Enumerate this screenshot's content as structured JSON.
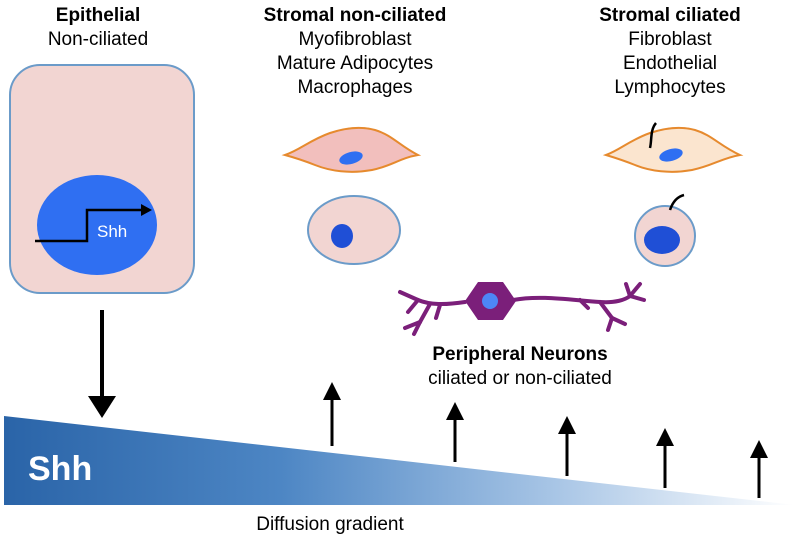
{
  "epithelial": {
    "title": "Epithelial",
    "subtitle": "Non-ciliated",
    "gene": "Shh"
  },
  "stromal_nonciliated": {
    "title": "Stromal non-ciliated",
    "items": [
      "Myofibroblast",
      "Mature Adipocytes",
      "Macrophages"
    ]
  },
  "stromal_ciliated": {
    "title": "Stromal ciliated",
    "items": [
      "Fibroblast",
      "Endothelial",
      "Lymphocytes"
    ]
  },
  "neurons": {
    "title": "Peripheral Neurons",
    "subtitle": "ciliated or non-ciliated"
  },
  "gradient": {
    "label": "Shh",
    "caption": "Diffusion gradient"
  },
  "colors": {
    "cell_fill": "#f2d5d2",
    "cell_border": "#6b9bc9",
    "nucleus": "#2f6ff2",
    "fibroblast_border": "#e68a2e",
    "fibroblast_light_fill": "#fbe5cf",
    "neuron": "#7b1f7a",
    "gradient_start": "#2a64a8",
    "gradient_end": "#ffffff"
  }
}
